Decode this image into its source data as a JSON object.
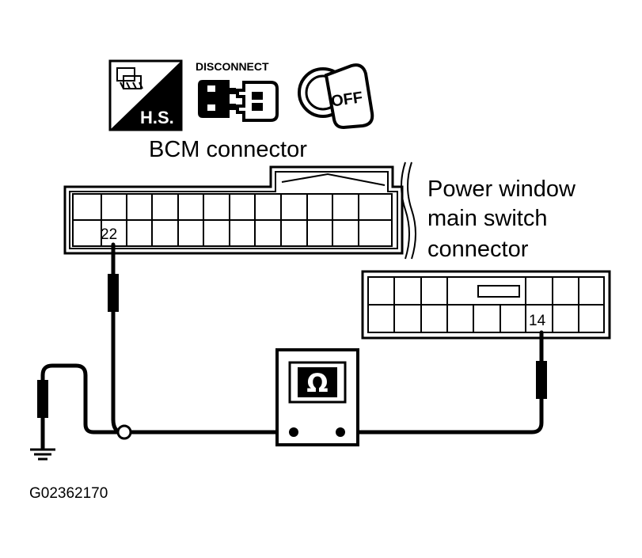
{
  "icons": {
    "hs": {
      "name": "hs-harness-icon",
      "label": "H.S."
    },
    "disconnect": {
      "name": "disconnect-connector-icon",
      "label": "DISCONNECT"
    },
    "ignition": {
      "name": "ignition-off-key-icon",
      "label": "OFF"
    }
  },
  "bcm_connector": {
    "label": "BCM connector",
    "pin": "22"
  },
  "pw_connector": {
    "label_line1": "Power window",
    "label_line2": "main switch",
    "label_line3": "connector",
    "pin": "14"
  },
  "meter": {
    "name": "ohmmeter-icon",
    "symbol": "Ω"
  },
  "figure_code": "G02362170"
}
